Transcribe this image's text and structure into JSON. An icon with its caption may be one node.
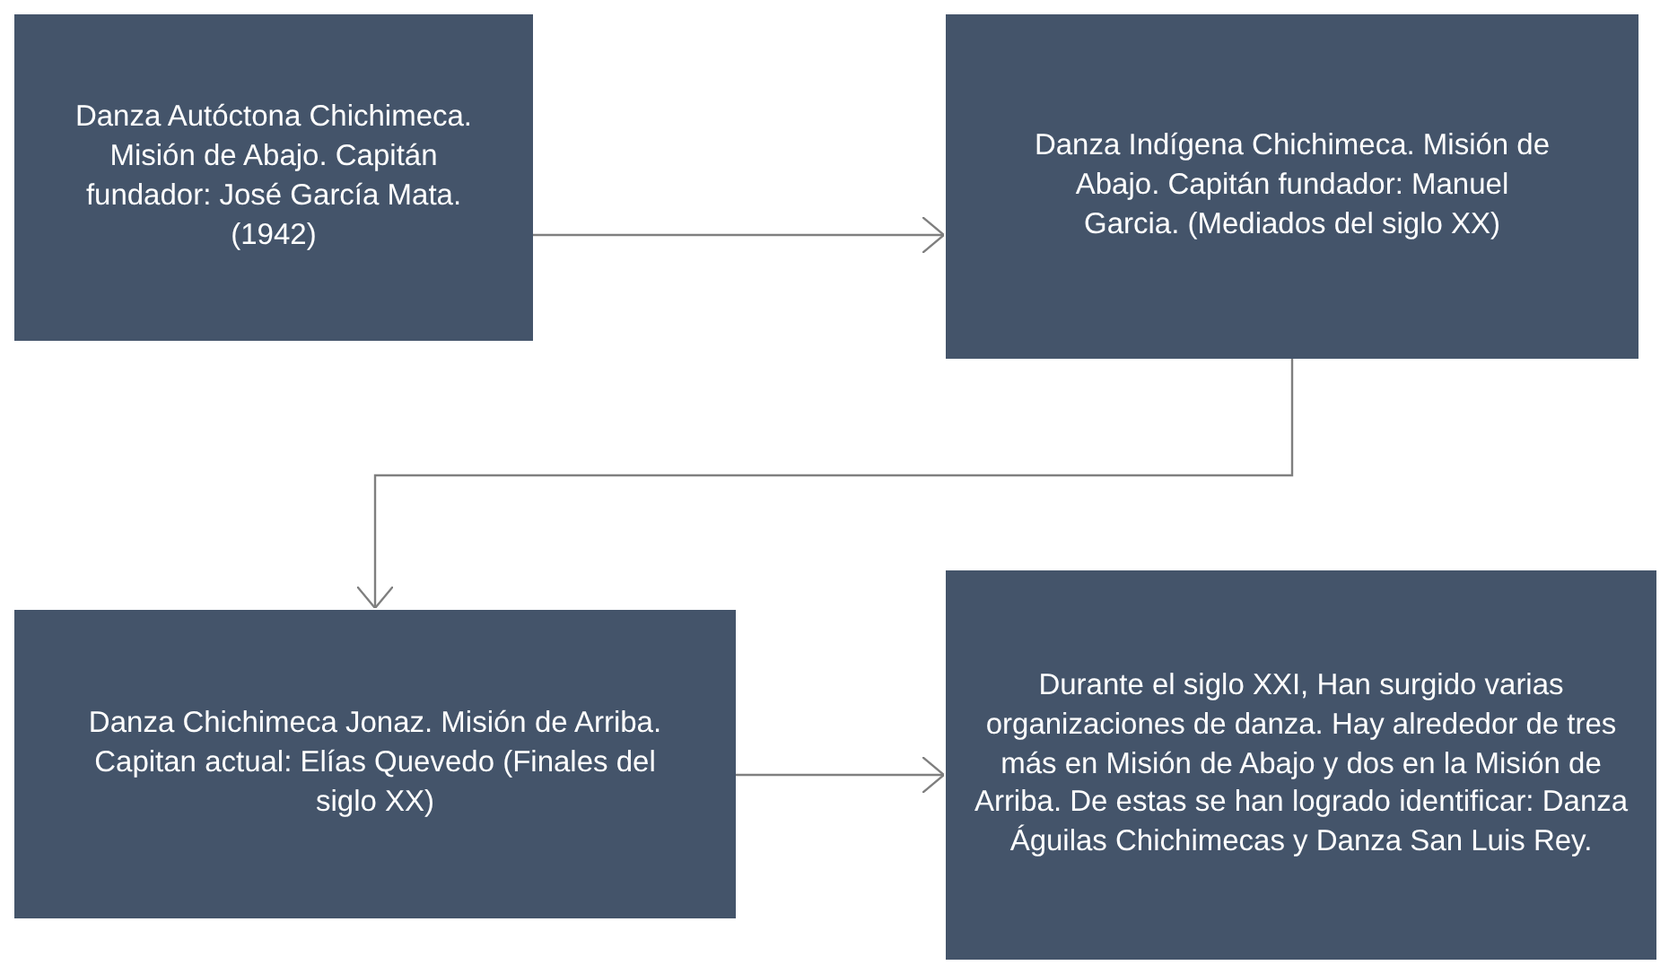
{
  "diagram": {
    "nodes": [
      {
        "text": [
          "Danza Autóctona Chichimeca. Misión de Abajo. Capitán fundador: José García Mata. (1942)"
        ]
      },
      {
        "text": [
          "Danza Indígena Chichimeca. Misión de Abajo. Capitán fundador: Manuel Garcia. (Mediados del siglo XX)"
        ]
      },
      {
        "text": [
          "Danza Chichimeca Jonaz. Misión de Arriba. Capitan actual: Elías Quevedo (Finales del siglo XX)"
        ]
      },
      {
        "text": [
          "Durante el siglo XXI, Han surgido varias organizaciones de danza. Hay alrededor de tres más en Misión de Abajo y dos en la Misión de Arriba. De estas se han logrado identificar: Danza Águilas Chichimecas y Danza San Luis Rey."
        ]
      }
    ],
    "edges": [
      {
        "from": 0,
        "to": 1,
        "arrow": "to"
      },
      {
        "from": 1,
        "to": 2,
        "arrow": "to"
      },
      {
        "from": 2,
        "to": 3,
        "arrow": "to"
      }
    ]
  }
}
